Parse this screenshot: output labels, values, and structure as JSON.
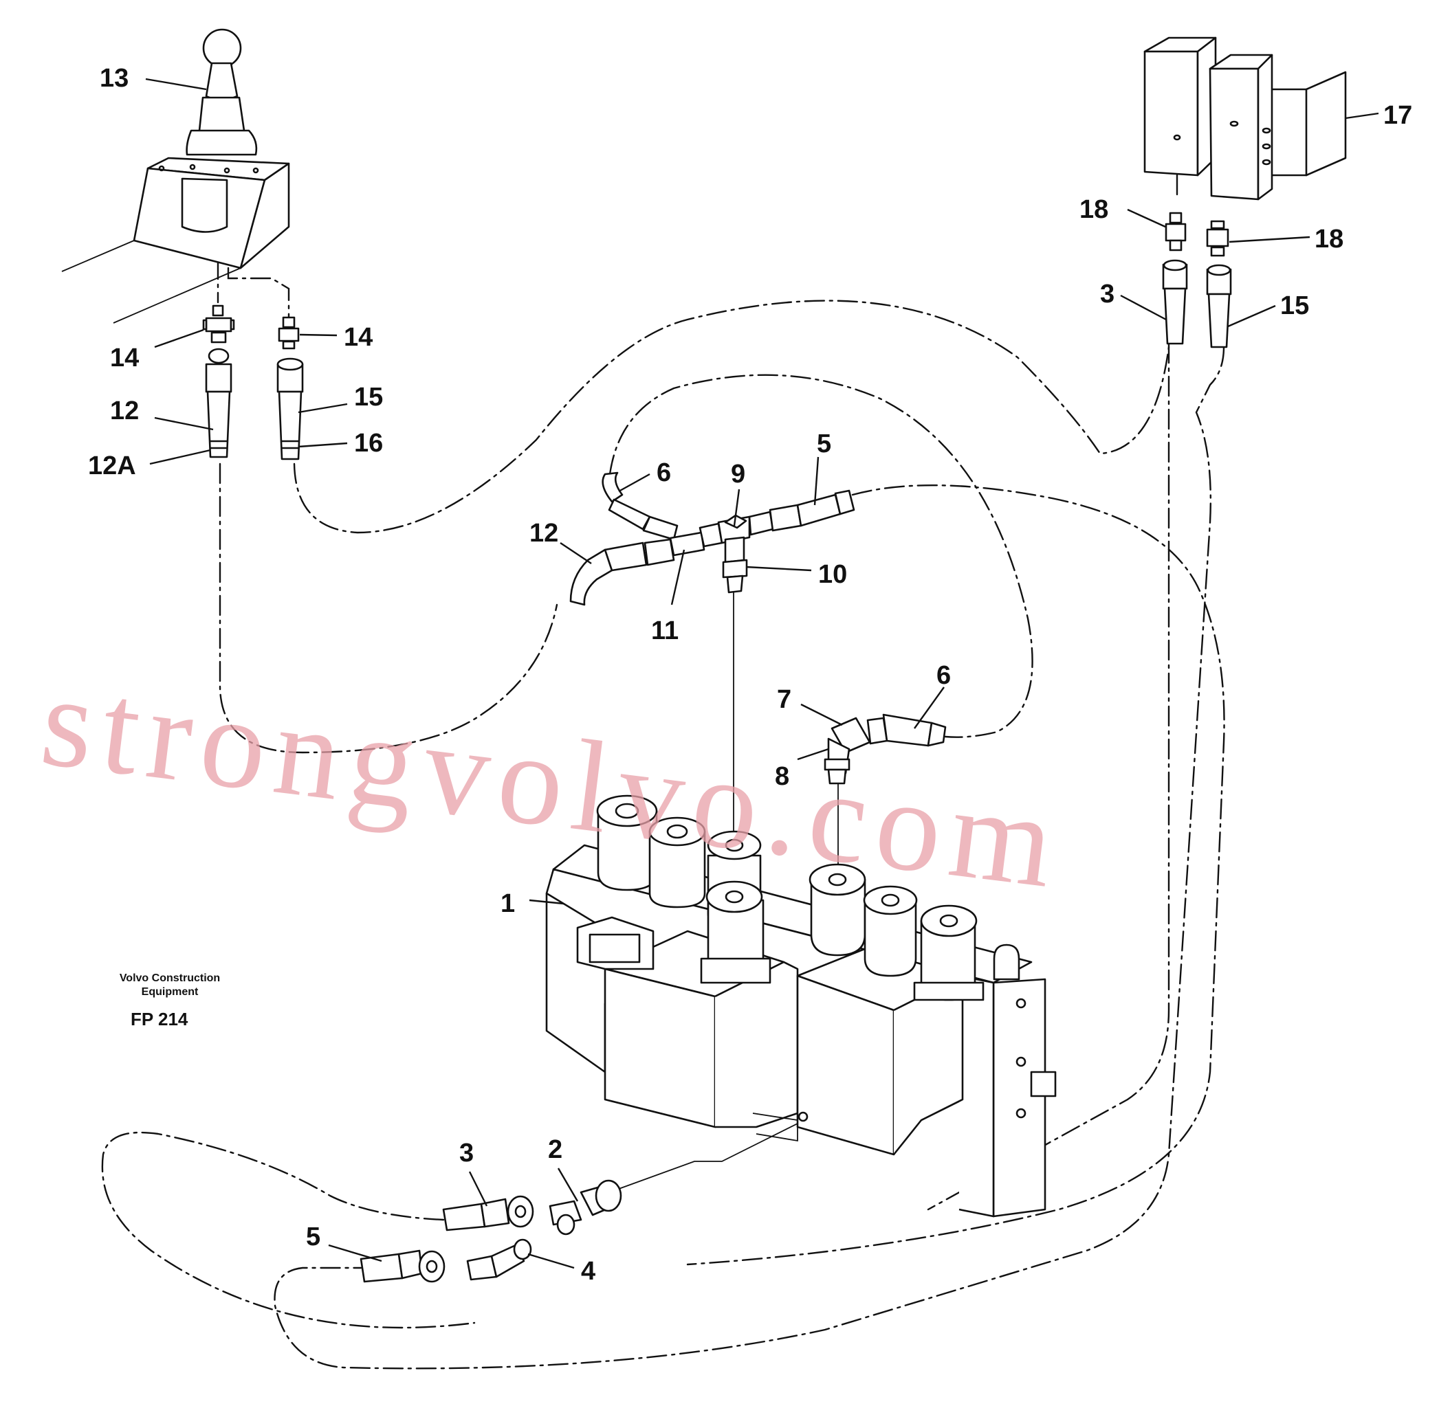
{
  "watermark": "strongvolvo.com",
  "caption": {
    "company_line1": "Volvo Construction",
    "company_line2": "Equipment",
    "figure_code": "FP 214"
  },
  "callouts": {
    "c13": "13",
    "c14_left": "14",
    "c14_right": "14",
    "c12_top": "12",
    "c12a": "12A",
    "c15_left": "15",
    "c16": "16",
    "c17": "17",
    "c18_top": "18",
    "c18_right": "18",
    "c3_top": "3",
    "c15_right": "15",
    "c5_top": "5",
    "c6_top": "6",
    "c9": "9",
    "c12_mid": "12",
    "c10": "10",
    "c11": "11",
    "c6_mid": "6",
    "c7": "7",
    "c8": "8",
    "c1": "1",
    "c3_bottom": "3",
    "c2": "2",
    "c5_bottom": "5",
    "c4": "4"
  }
}
